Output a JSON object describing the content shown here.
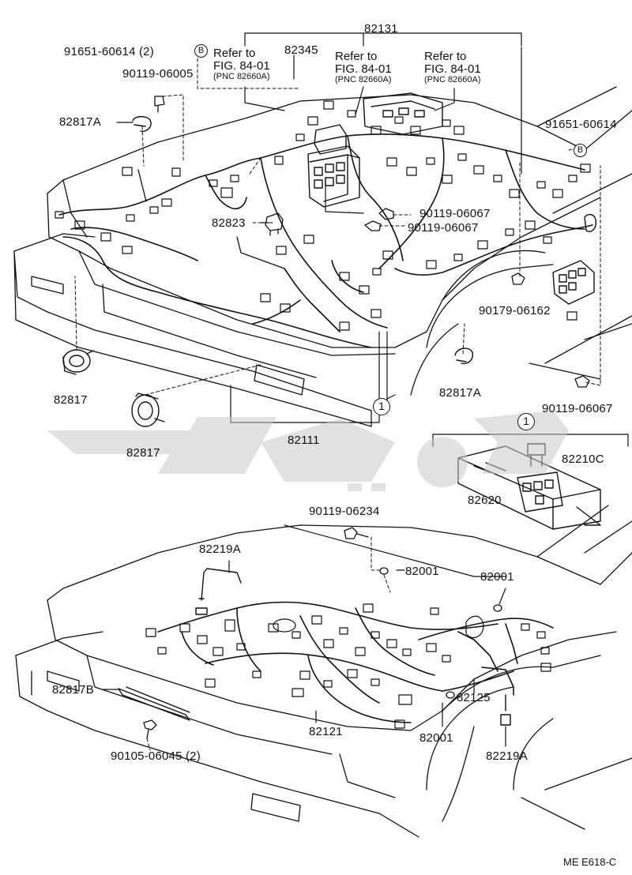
{
  "labels": {
    "p82131": "82131",
    "p82345": "82345",
    "p91651_60614_2": "91651-60614 (2)",
    "p90119_06005": "90119-06005",
    "p82817A_top": "82817A",
    "p91651_60614": "91651-60614",
    "p82823": "82823",
    "p90119_06067_a": "90119-06067",
    "p90119_06067_b": "90119-06067",
    "p90179_06162": "90179-06162",
    "p82817_a": "82817",
    "p82817_b": "82817",
    "p82817A_mid": "82817A",
    "p90119_06067_c": "90119-06067",
    "p82111": "82111",
    "p82210C": "82210C",
    "p82620": "82620",
    "p90119_06234": "90119-06234",
    "p82219A_top": "82219A",
    "p82001_a": "82001",
    "p82001_b": "82001",
    "p82817B": "82817B",
    "p82125": "82125",
    "p82121": "82121",
    "p82001_c": "82001",
    "p90105_06045_2": "90105-06045 (2)",
    "p82219A_bottom": "82219A"
  },
  "refs": [
    {
      "line1": "Refer to",
      "line2": "FIG. 84-01",
      "line3": "(PNC 82660A)"
    },
    {
      "line1": "Refer to",
      "line2": "FIG. 84-01",
      "line3": "(PNC 82660A)"
    },
    {
      "line1": "Refer to",
      "line2": "FIG. 84-01",
      "line3": "(PNC 82660A)"
    }
  ],
  "markers": {
    "b_top": "B",
    "b_right": "B",
    "one_main": "1",
    "one_detail": "1"
  },
  "code": "ME E618-C",
  "colors": {
    "ink": "#111111",
    "watermark": "#c9c9c9"
  }
}
